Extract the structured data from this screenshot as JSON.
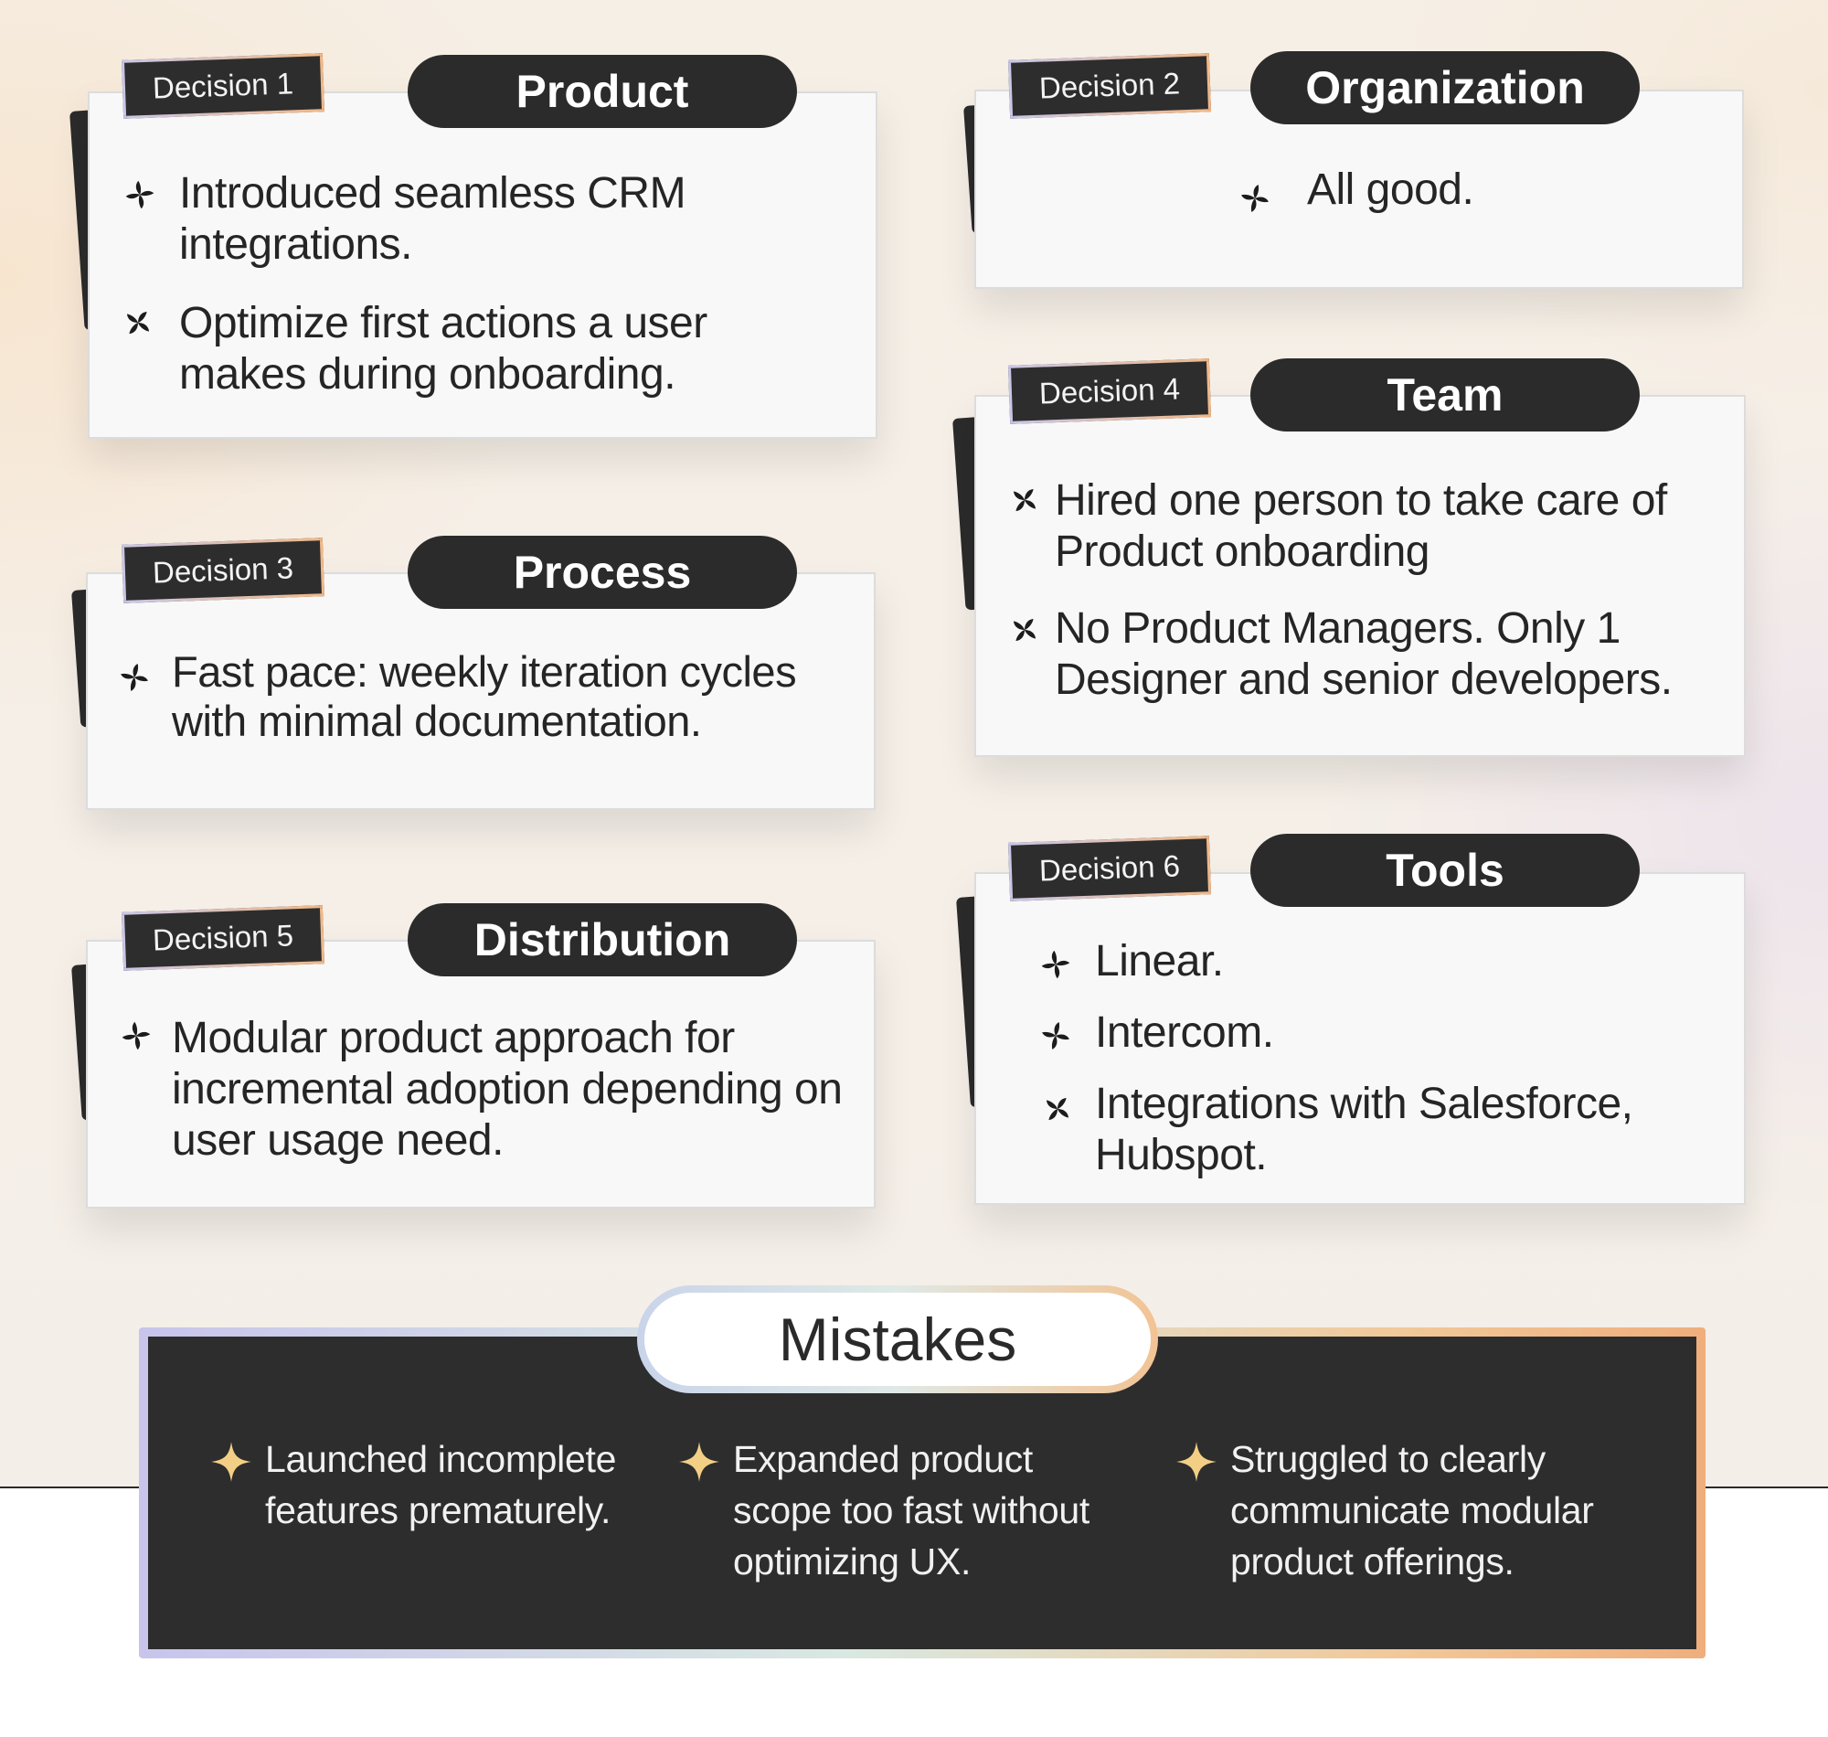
{
  "decisions": [
    {
      "tag": "Decision 1",
      "title": "Product",
      "items": [
        "Introduced seamless CRM integrations.",
        "Optimize first actions a user makes during onboarding."
      ]
    },
    {
      "tag": "Decision 2",
      "title": "Organization",
      "items": [
        "All good."
      ]
    },
    {
      "tag": "Decision 3",
      "title": "Process",
      "items": [
        "Fast pace: weekly iteration cycles with minimal documentation."
      ]
    },
    {
      "tag": "Decision 4",
      "title": "Team",
      "items": [
        "Hired one person to take care of Product onboarding",
        "No Product Managers. Only 1 Designer and senior developers."
      ]
    },
    {
      "tag": "Decision 5",
      "title": "Distribution",
      "items": [
        "Modular product approach for incremental adoption depending on user usage need."
      ]
    },
    {
      "tag": "Decision 6",
      "title": "Tools",
      "items": [
        "Linear.",
        "Intercom.",
        "Integrations with Salesforce, Hubspot."
      ]
    }
  ],
  "mistakes": {
    "title": "Mistakes",
    "items": [
      "Launched incomplete features prematurely.",
      "Expanded product scope too fast without optimizing UX.",
      "Struggled to clearly communicate modular product offerings."
    ]
  },
  "icons": {
    "bullet": "pinwheel-icon",
    "mistake_bullet": "sparkle-icon"
  },
  "colors": {
    "dark": "#2b2b2b",
    "card": "#f8f8f8",
    "sparkle": "#f3cf86"
  }
}
